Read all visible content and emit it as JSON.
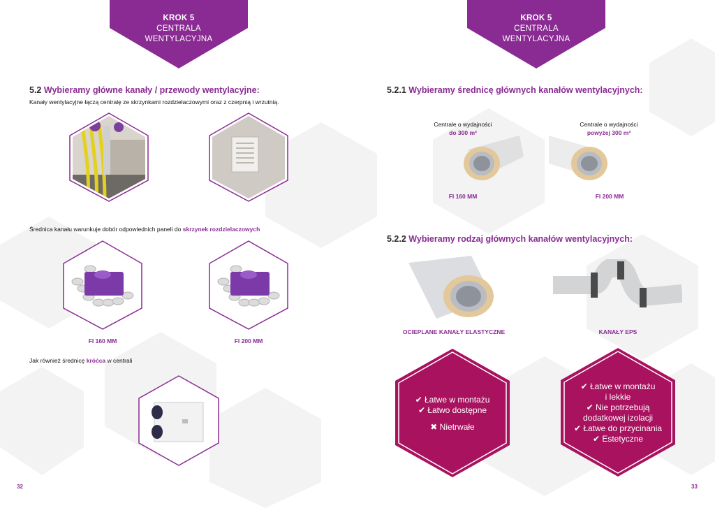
{
  "left": {
    "krok": {
      "line1": "KROK 5",
      "line2": "CENTRALA",
      "line3": "WENTYLACYJNA"
    },
    "heading_num": "5.2",
    "heading_text": "Wybieramy główne kanały / przewody wentylacyjne:",
    "intro": "Kanały wentylacyjne łączą centralę ze skrzynkami rozdzielaczowymi oraz z czerpnią i wrzutnią.",
    "diameter_text": "Średnica kanału warunkuje dobór odpowiednich paneli do",
    "diameter_highlight": "skrzynek rozdzielaczowych",
    "box_captions": [
      "FI 160 MM",
      "FI 200 MM"
    ],
    "krocca_text_before": "Jak również średnicę",
    "krocca_highlight": "króćca",
    "krocca_text_after": "w centrali",
    "page_number": "32"
  },
  "right": {
    "krok": {
      "line1": "KROK 5",
      "line2": "CENTRALA",
      "line3": "WENTYLACYJNA"
    },
    "section1_num": "5.2.1",
    "section1_text": "Wybieramy średnicę głównych kanałów wentylacyjnych:",
    "duct1_label": "Centrale o wydajności",
    "duct1_value": "do 300 m³",
    "duct2_label": "Centrale o wydajności",
    "duct2_value": "powyżej 300 m³",
    "duct_captions": [
      "FI 160 MM",
      "FI 200 MM"
    ],
    "section2_num": "5.2.2",
    "section2_text": "Wybieramy rodzaj głównych kanałów wentylacyjnych:",
    "type_captions": [
      "OCIEPLANE KANAŁY ELASTYCZNE",
      "KANAŁY EPS"
    ],
    "pros1": [
      "✔ Łatwe w montażu",
      "✔ Łatwo dostępne",
      "",
      "✖ Nietrwałe"
    ],
    "pros2": [
      "✔ Łatwe w montażu",
      "i lekkie",
      "✔ Nie potrzebują",
      "dodatkowej izolacji",
      "✔ Łatwe do przycinania",
      "✔ Estetyczne"
    ],
    "page_number": "33"
  },
  "colors": {
    "accent": "#8a2b94",
    "magenta": "#a8125f",
    "text": "#111111"
  }
}
